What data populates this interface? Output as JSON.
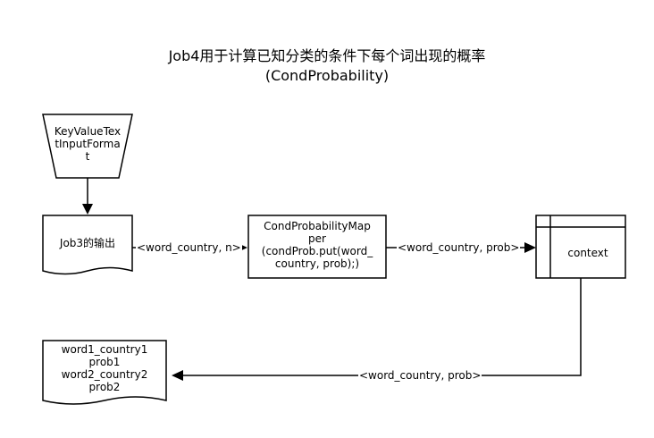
{
  "title": {
    "line1": "Job4用于计算已知分类的条件下每个词出现的概率",
    "line2": "(CondProbability)"
  },
  "nodes": {
    "input_format": {
      "line1": "KeyValueTex",
      "line2": "tInputForma",
      "line3": "t"
    },
    "job3_output": {
      "label": "Job3的输出"
    },
    "mapper": {
      "line1": "CondProbabilityMap",
      "line2": "per",
      "line3": "(condProb.put(word_",
      "line4": "country, prob);)"
    },
    "context": {
      "label": "context"
    },
    "output": {
      "line1": "word1_country1",
      "line2": "prob1",
      "line3": "word2_country2",
      "line4": "prob2"
    }
  },
  "edges": {
    "job3_to_mapper": "<word_country, n>",
    "mapper_to_context": "<word_country, prob>",
    "context_to_output": "<word_country, prob>"
  },
  "colors": {
    "stroke": "#000000",
    "fill": "#ffffff"
  }
}
